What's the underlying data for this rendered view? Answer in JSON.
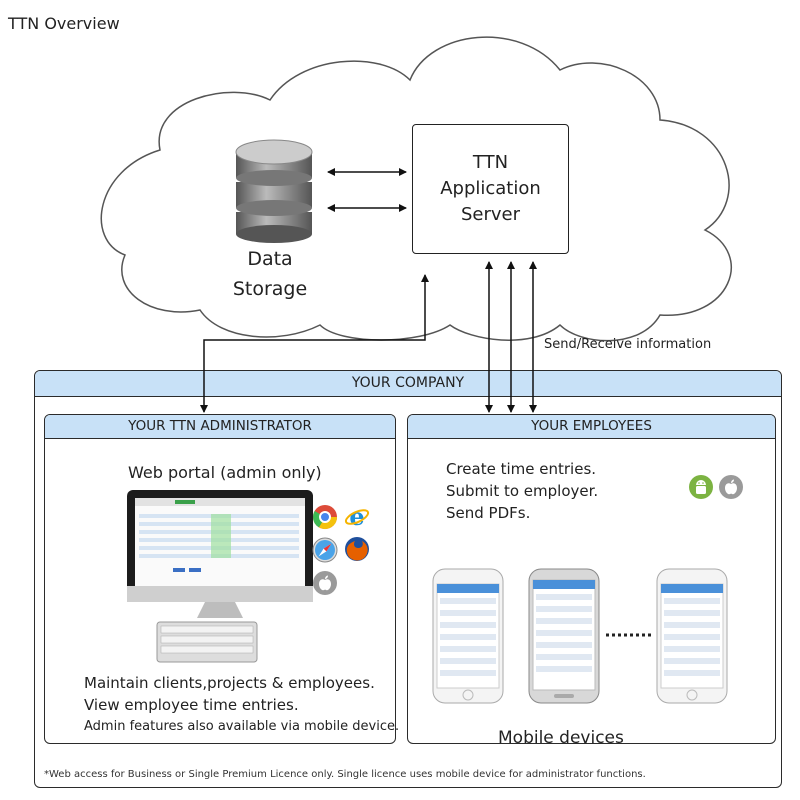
{
  "title": "TTN Overview",
  "server": {
    "lines": [
      "TTN",
      "Application",
      "Server"
    ]
  },
  "storage": {
    "lines": [
      "Data",
      "Storage"
    ]
  },
  "send_receive": "Send/Receive information",
  "company": {
    "label": "YOUR COMPANY"
  },
  "admin": {
    "label": "YOUR TTN ADMINISTRATOR",
    "portal": "Web portal (admin only)",
    "desc": [
      "Maintain clients,projects & employees.",
      "View employee time entries.",
      "Admin features also available via mobile device."
    ],
    "browser_icons": [
      "chrome-icon",
      "internet-explorer-icon",
      "safari-icon",
      "firefox-icon",
      "apple-icon"
    ]
  },
  "employees": {
    "label": "YOUR EMPLOYEES",
    "tasks": [
      "Create time entries.",
      "Submit to employer.",
      "Send PDFs."
    ],
    "os_icons": [
      "android-icon",
      "apple-icon"
    ],
    "mobile_label": "Mobile devices"
  },
  "footnote": "*Web access for Business or Single Premium Licence only. Single licence uses mobile device for administrator functions.",
  "colors": {
    "panel_header": "#c8e1f7",
    "cloud_stroke": "#555555"
  }
}
